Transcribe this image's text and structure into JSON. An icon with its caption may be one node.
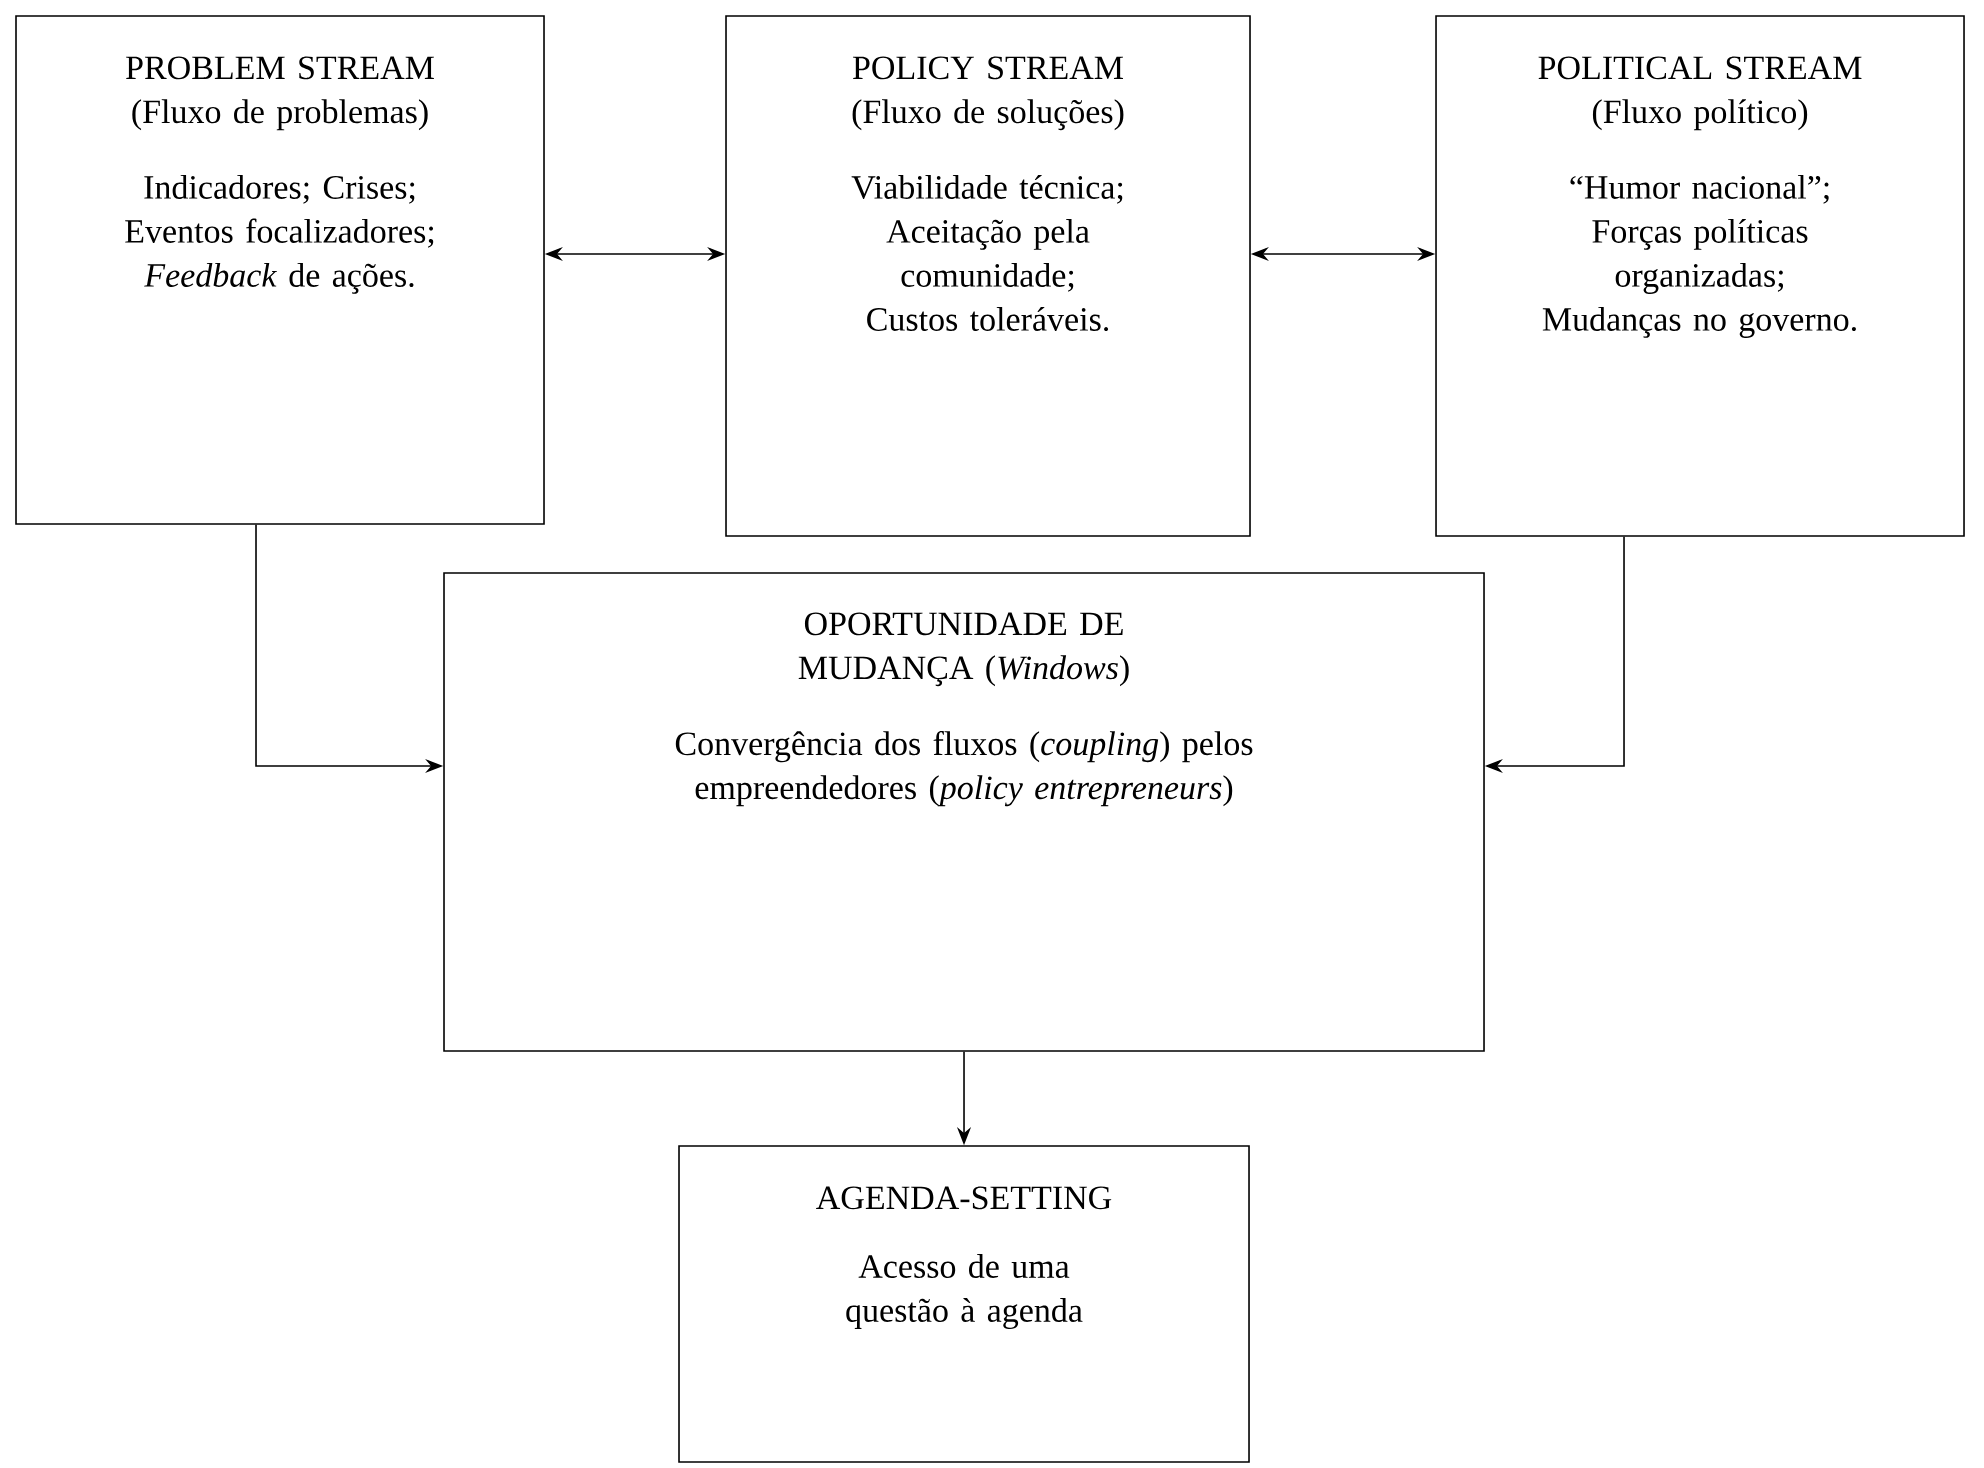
{
  "diagram": {
    "nodes": [
      {
        "text": [
          "PROBLEM STREAM (Fluxo de problemas)",
          "Indicadores; Crises; Eventos focalizadores; *Feedback* de ações."
        ]
      },
      {
        "text": [
          "POLICY STREAM (Fluxo de soluções)",
          "Viabilidade técnica; Aceitação pela comunidade; Custos toleráveis."
        ]
      },
      {
        "text": [
          "POLITICAL STREAM (Fluxo político)",
          "“Humor nacional”; Forças políticas organizadas; Mudanças no governo."
        ]
      },
      {
        "text": [
          "OPORTUNIDADE DE MUDANÇA (*Windows*)",
          "Convergência dos fluxos (*coupling*) pelos empreendedores (*policy entrepreneurs*)"
        ]
      },
      {
        "text": [
          "AGENDA-SETTING",
          "Acesso de uma questão à agenda"
        ]
      }
    ],
    "edges": [
      {
        "from": 0,
        "to": 1,
        "arrow": "both"
      },
      {
        "from": 1,
        "to": 2,
        "arrow": "both"
      },
      {
        "from": 0,
        "to": 3,
        "arrow": "to"
      },
      {
        "from": 2,
        "to": 3,
        "arrow": "to"
      },
      {
        "from": 3,
        "to": 4,
        "arrow": "to"
      }
    ]
  }
}
